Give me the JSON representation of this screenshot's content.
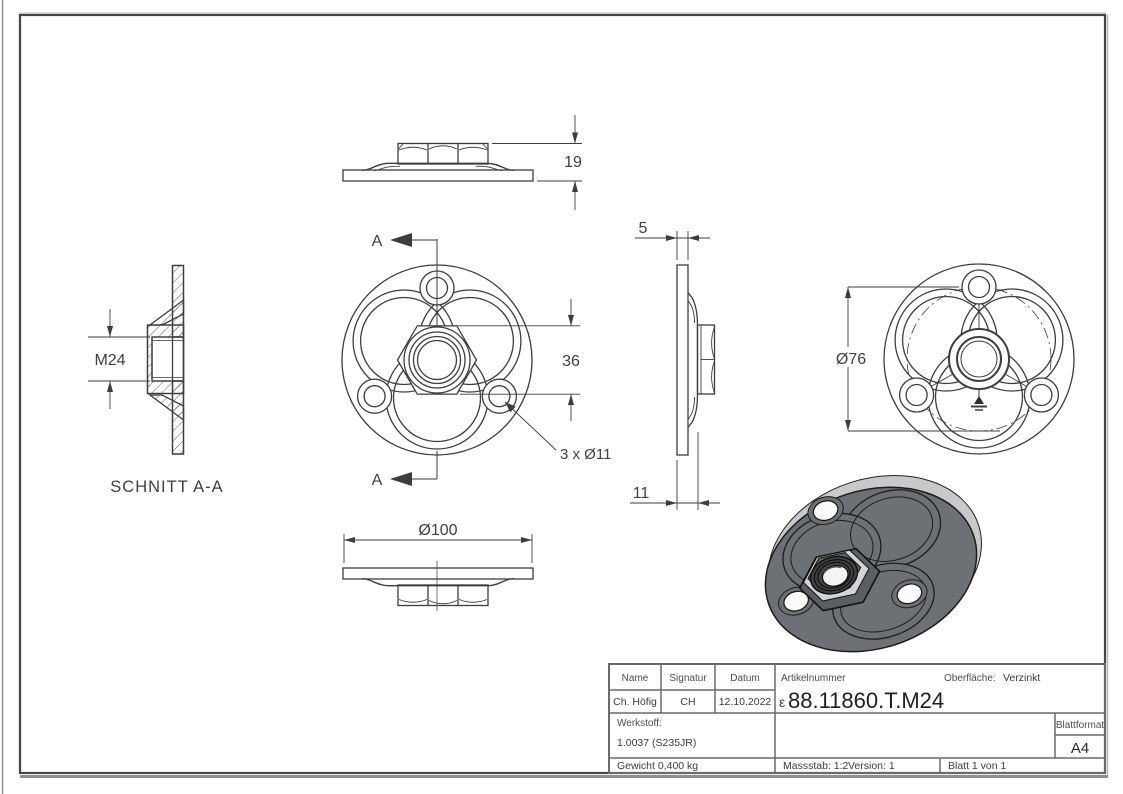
{
  "drawing": {
    "line_color": "#3d3d3d",
    "views": {
      "section": {
        "label": "SCHNITT A-A",
        "thread_dim": "M24"
      },
      "top_elevation": {
        "height_dim": "19"
      },
      "plan": {
        "cut_letter_top": "A",
        "cut_letter_bottom": "A",
        "across_flats_dim": "36",
        "holes_note": "3 x Ø11"
      },
      "bottom_elevation": {
        "diameter_dim": "Ø100"
      },
      "side_profile": {
        "plate_thickness_dim": "5",
        "total_thickness_dim": "11"
      },
      "back": {
        "bolt_circle_dim": "Ø76"
      }
    }
  },
  "title_block": {
    "name_label": "Name",
    "signature_label": "Signatur",
    "date_label": "Datum",
    "name_value": "Ch. Höfig",
    "signature_value": "CH",
    "date_value": "12.10.2022",
    "article_label": "Artikelnummer",
    "article_prefix": "ε",
    "article_number": "88.11860.T.M24",
    "surface_label": "Oberfläche:",
    "surface_value": "Verzinkt",
    "material_label": "Werkstoff:",
    "material_value": "1.0037 (S235JR)",
    "weight": "Gewicht 0,400 kg",
    "scale": "Massstab: 1:2",
    "version": "Version: 1",
    "sheet": "Blatt 1 von 1",
    "format_label": "Blattformat",
    "format_value": "A4"
  },
  "iso_colors": {
    "body": "#6d7175",
    "nut": "#5b5e62",
    "chamfer": "#d3d4d6",
    "rim": "#c7c9cb"
  }
}
